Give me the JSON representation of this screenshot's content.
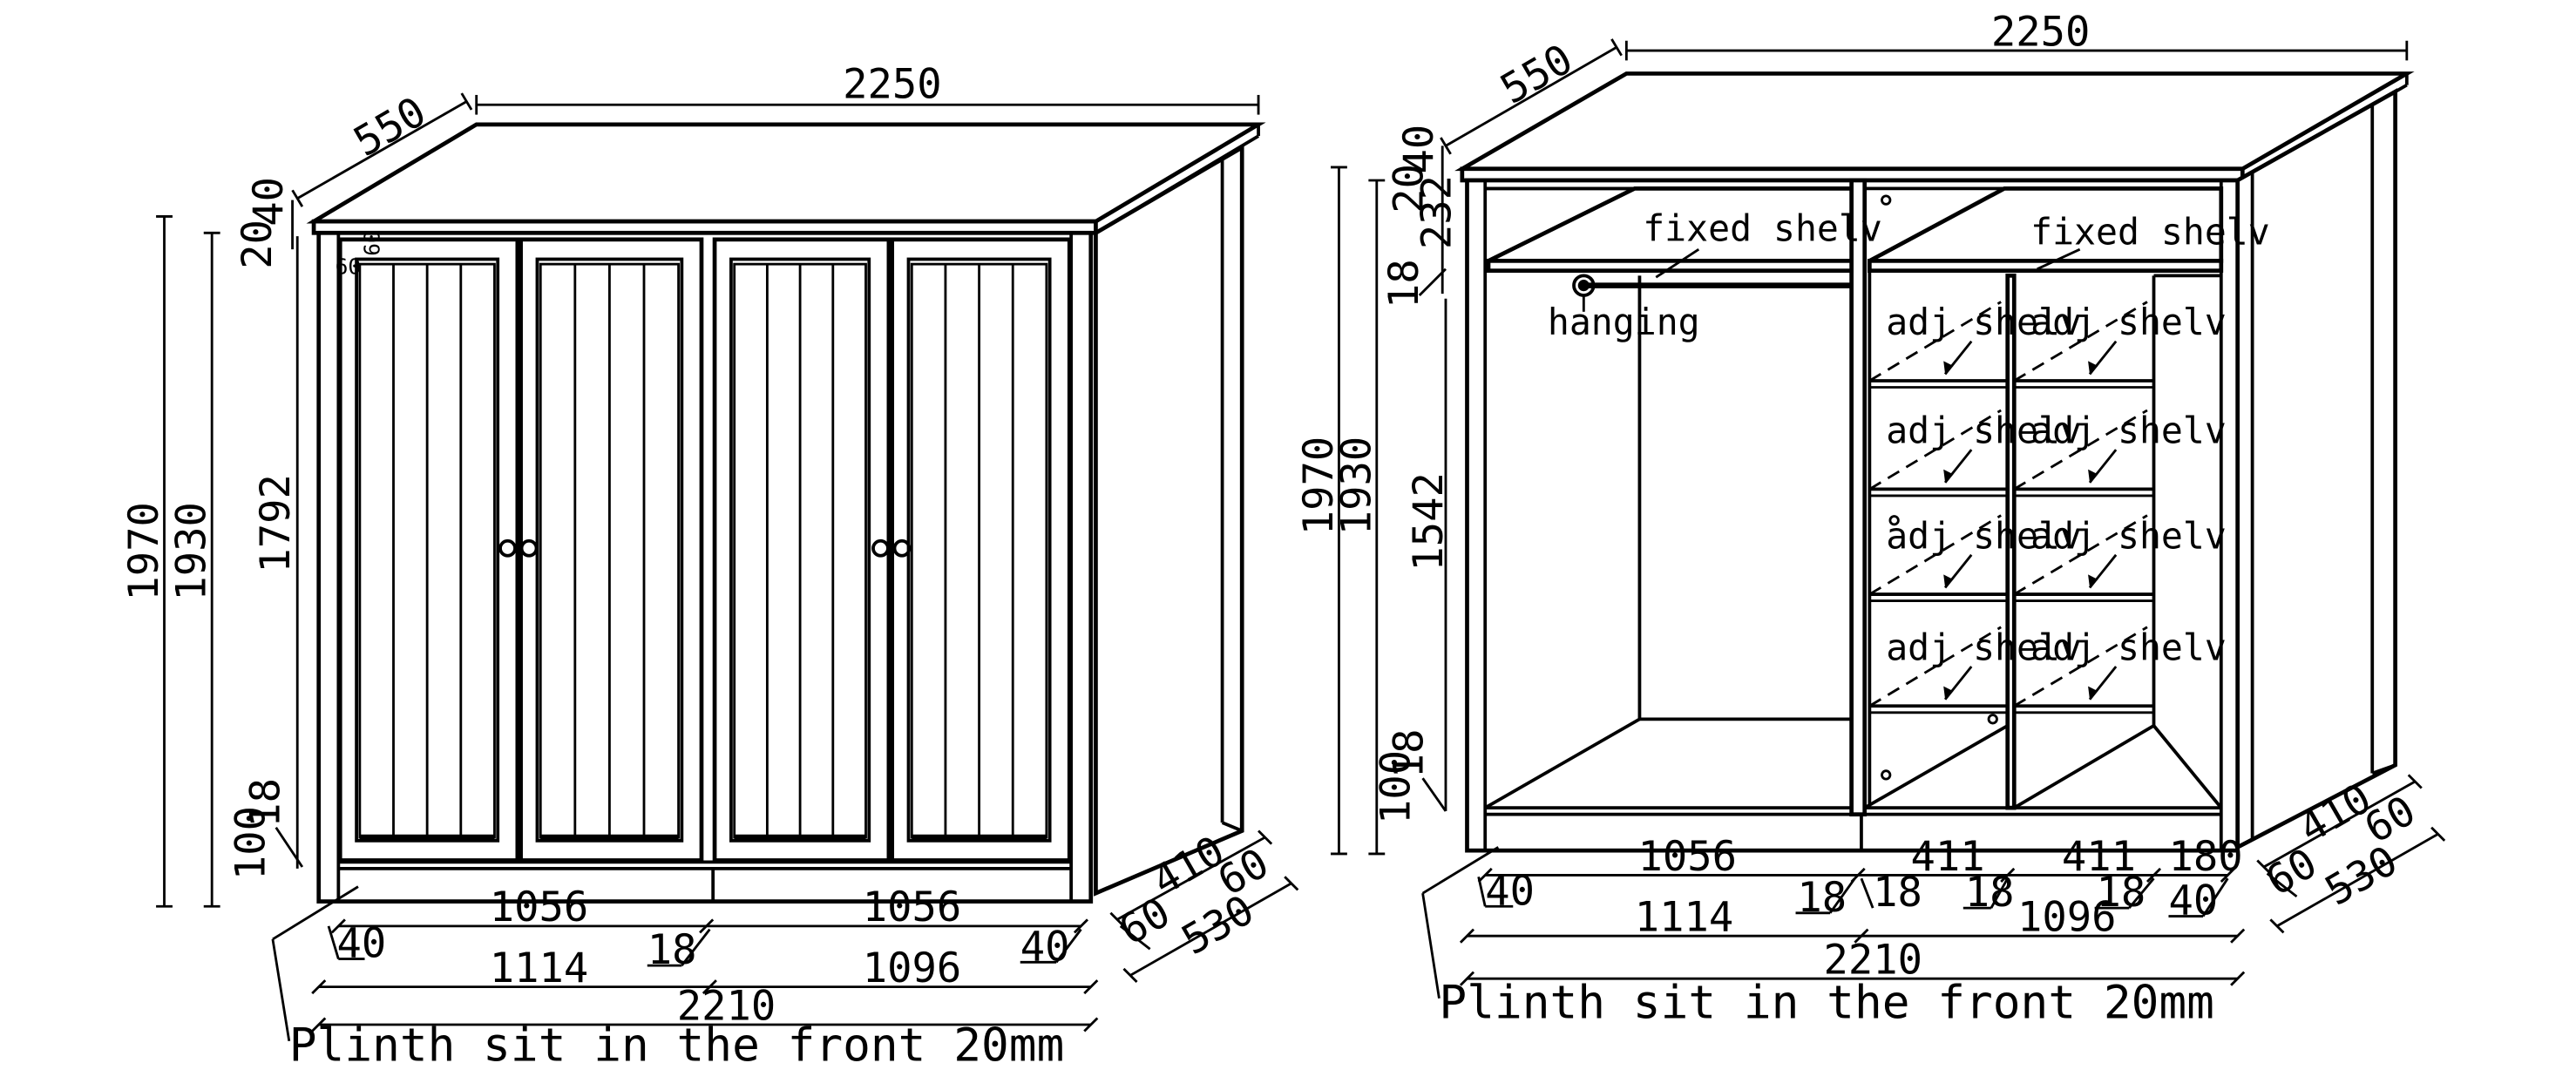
{
  "left_view": {
    "dims": {
      "width_top": "2250",
      "depth_top": "550",
      "top_thick": "40",
      "top_gap": "20",
      "height_total": "1970",
      "height_body": "1930",
      "door_height": "1792",
      "plinth_h": "100",
      "plinth_panel": "18",
      "bay_left": "1056",
      "bay_right": "1056",
      "side_left": "40",
      "side_right": "40",
      "mid_18": "18",
      "half_left": "1114",
      "half_right": "1096",
      "overall": "2210",
      "side_depth": "410",
      "side_60_a": "60",
      "side_60_b": "60",
      "side_530": "530",
      "frame_60_a": "60",
      "frame_60_b": "60"
    },
    "note_plinth": "Plinth sit in the front 20mm"
  },
  "right_view": {
    "dims": {
      "width_top": "2250",
      "depth_top": "550",
      "top_thick": "40",
      "top_gap": "20",
      "top_space": "232",
      "shelf_18": "18",
      "height_total": "1970",
      "height_body": "1930",
      "inner_height": "1542",
      "plinth_panel": "18",
      "plinth_h": "100",
      "bay_wide": "1056",
      "bay_411_a": "411",
      "bay_411_b": "411",
      "bay_180": "180",
      "side_40_left": "40",
      "div_18_a": "18",
      "div_18_b": "18",
      "div_18_c": "18",
      "div_18_d": "18",
      "side_40_right": "40",
      "half_left": "1114",
      "half_right": "1096",
      "overall": "2210",
      "side_depth": "410",
      "side_60_a": "60",
      "side_60_b": "60",
      "side_530": "530"
    },
    "labels": {
      "fixed_shelf": "fixed shelv",
      "hanging": "hanging",
      "adj_shelf": "adj shelv"
    },
    "note_plinth": "Plinth sit in the front 20mm"
  }
}
